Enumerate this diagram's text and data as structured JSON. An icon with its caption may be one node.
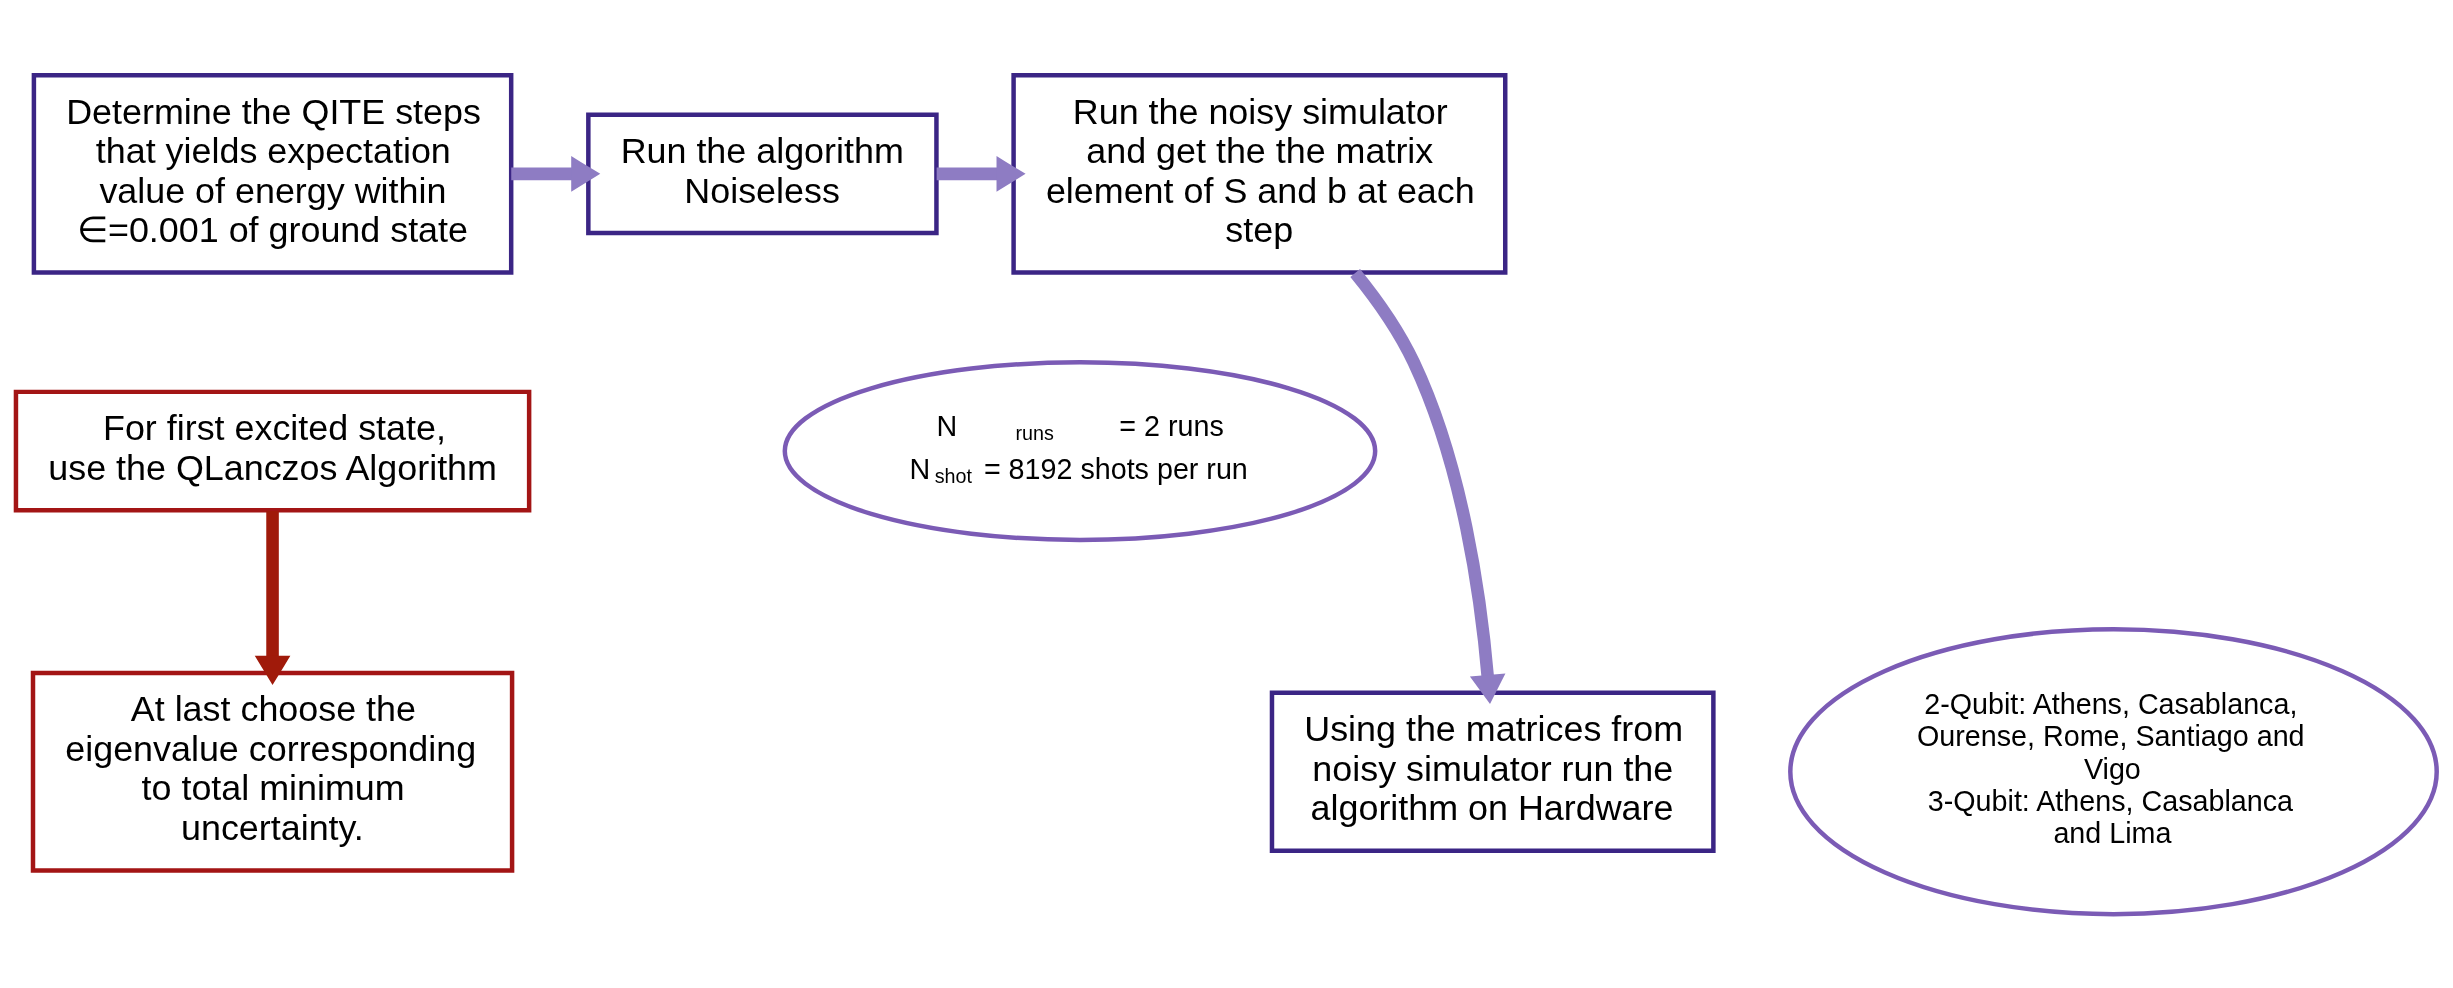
{
  "diagram": {
    "nodes": [
      {
        "text": [
          "Determine the QITE steps that yields expectation value of energy within ∈=0.001 of ground state"
        ]
      },
      {
        "text": [
          "Run the algorithm Noiseless"
        ]
      },
      {
        "text": [
          "Run the noisy simulator and get the the matrix element of S and b at each step"
        ]
      },
      {
        "text": [
          "N$_{runs}$ = 2 runs",
          "N$_{shot}$ = 8192 shots per run"
        ]
      },
      {
        "text": [
          "For first excited state, use the QLanczos Algorithm"
        ]
      },
      {
        "text": [
          "Using the matrices from noisy simulator run the algorithm on Hardware"
        ]
      },
      {
        "text": [
          "2-Qubit: Athens, Casablanca, Ourense, Rome, Santiago and Vigo",
          "3-Qubit: Athens, Casablanca and Lima"
        ]
      },
      {
        "text": [
          "At last choose the eigenvalue corresponding to total minimum uncertainty."
        ]
      }
    ],
    "edges": [
      {
        "from": 0,
        "to": 1,
        "arrow": "to"
      },
      {
        "from": 1,
        "to": 2,
        "arrow": "to"
      },
      {
        "from": 2,
        "to": 5,
        "arrow": "to"
      },
      {
        "from": 4,
        "to": 7,
        "arrow": "to",
        "color": "#a01a0a"
      }
    ]
  }
}
